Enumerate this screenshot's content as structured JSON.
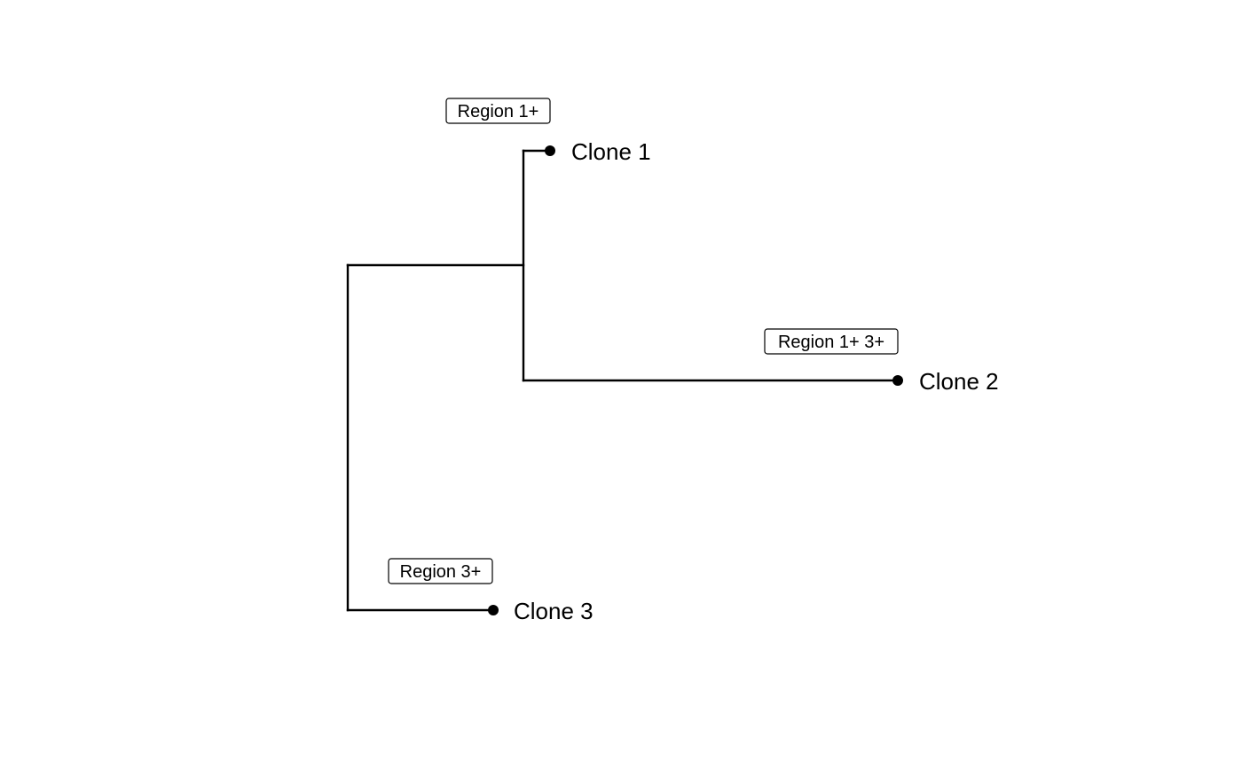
{
  "tree": {
    "tips": [
      {
        "id": "clone1",
        "label": "Clone 1",
        "region_label": "Region 1+"
      },
      {
        "id": "clone2",
        "label": "Clone 2",
        "region_label": "Region 1+ 3+"
      },
      {
        "id": "clone3",
        "label": "Clone 3",
        "region_label": "Region 3+"
      }
    ],
    "line_color": "#000000",
    "background": "#ffffff"
  }
}
